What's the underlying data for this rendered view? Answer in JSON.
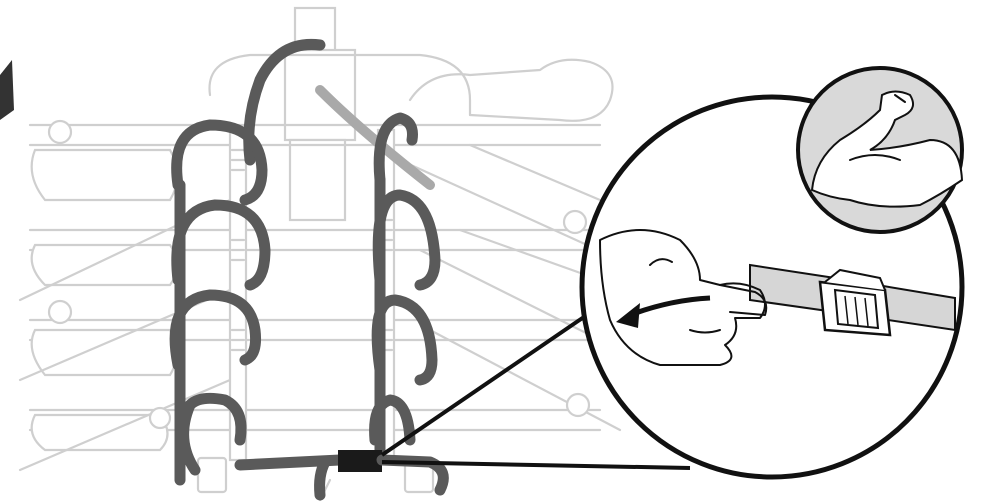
{
  "figure": {
    "elements": [
      "bike-rack-frame",
      "tie-down-straps",
      "cam-buckle-detail",
      "flexed-arm-icon"
    ],
    "colors": {
      "frame": "#cfcfcf",
      "strap": "#5a5a5a",
      "strap_light": "#a9a9a9",
      "ink": "#111111",
      "badge_bg": "#d9d9d9",
      "background": "#ffffff"
    },
    "icons": [
      "flexed-arm-icon",
      "pull-arrow-icon"
    ]
  }
}
